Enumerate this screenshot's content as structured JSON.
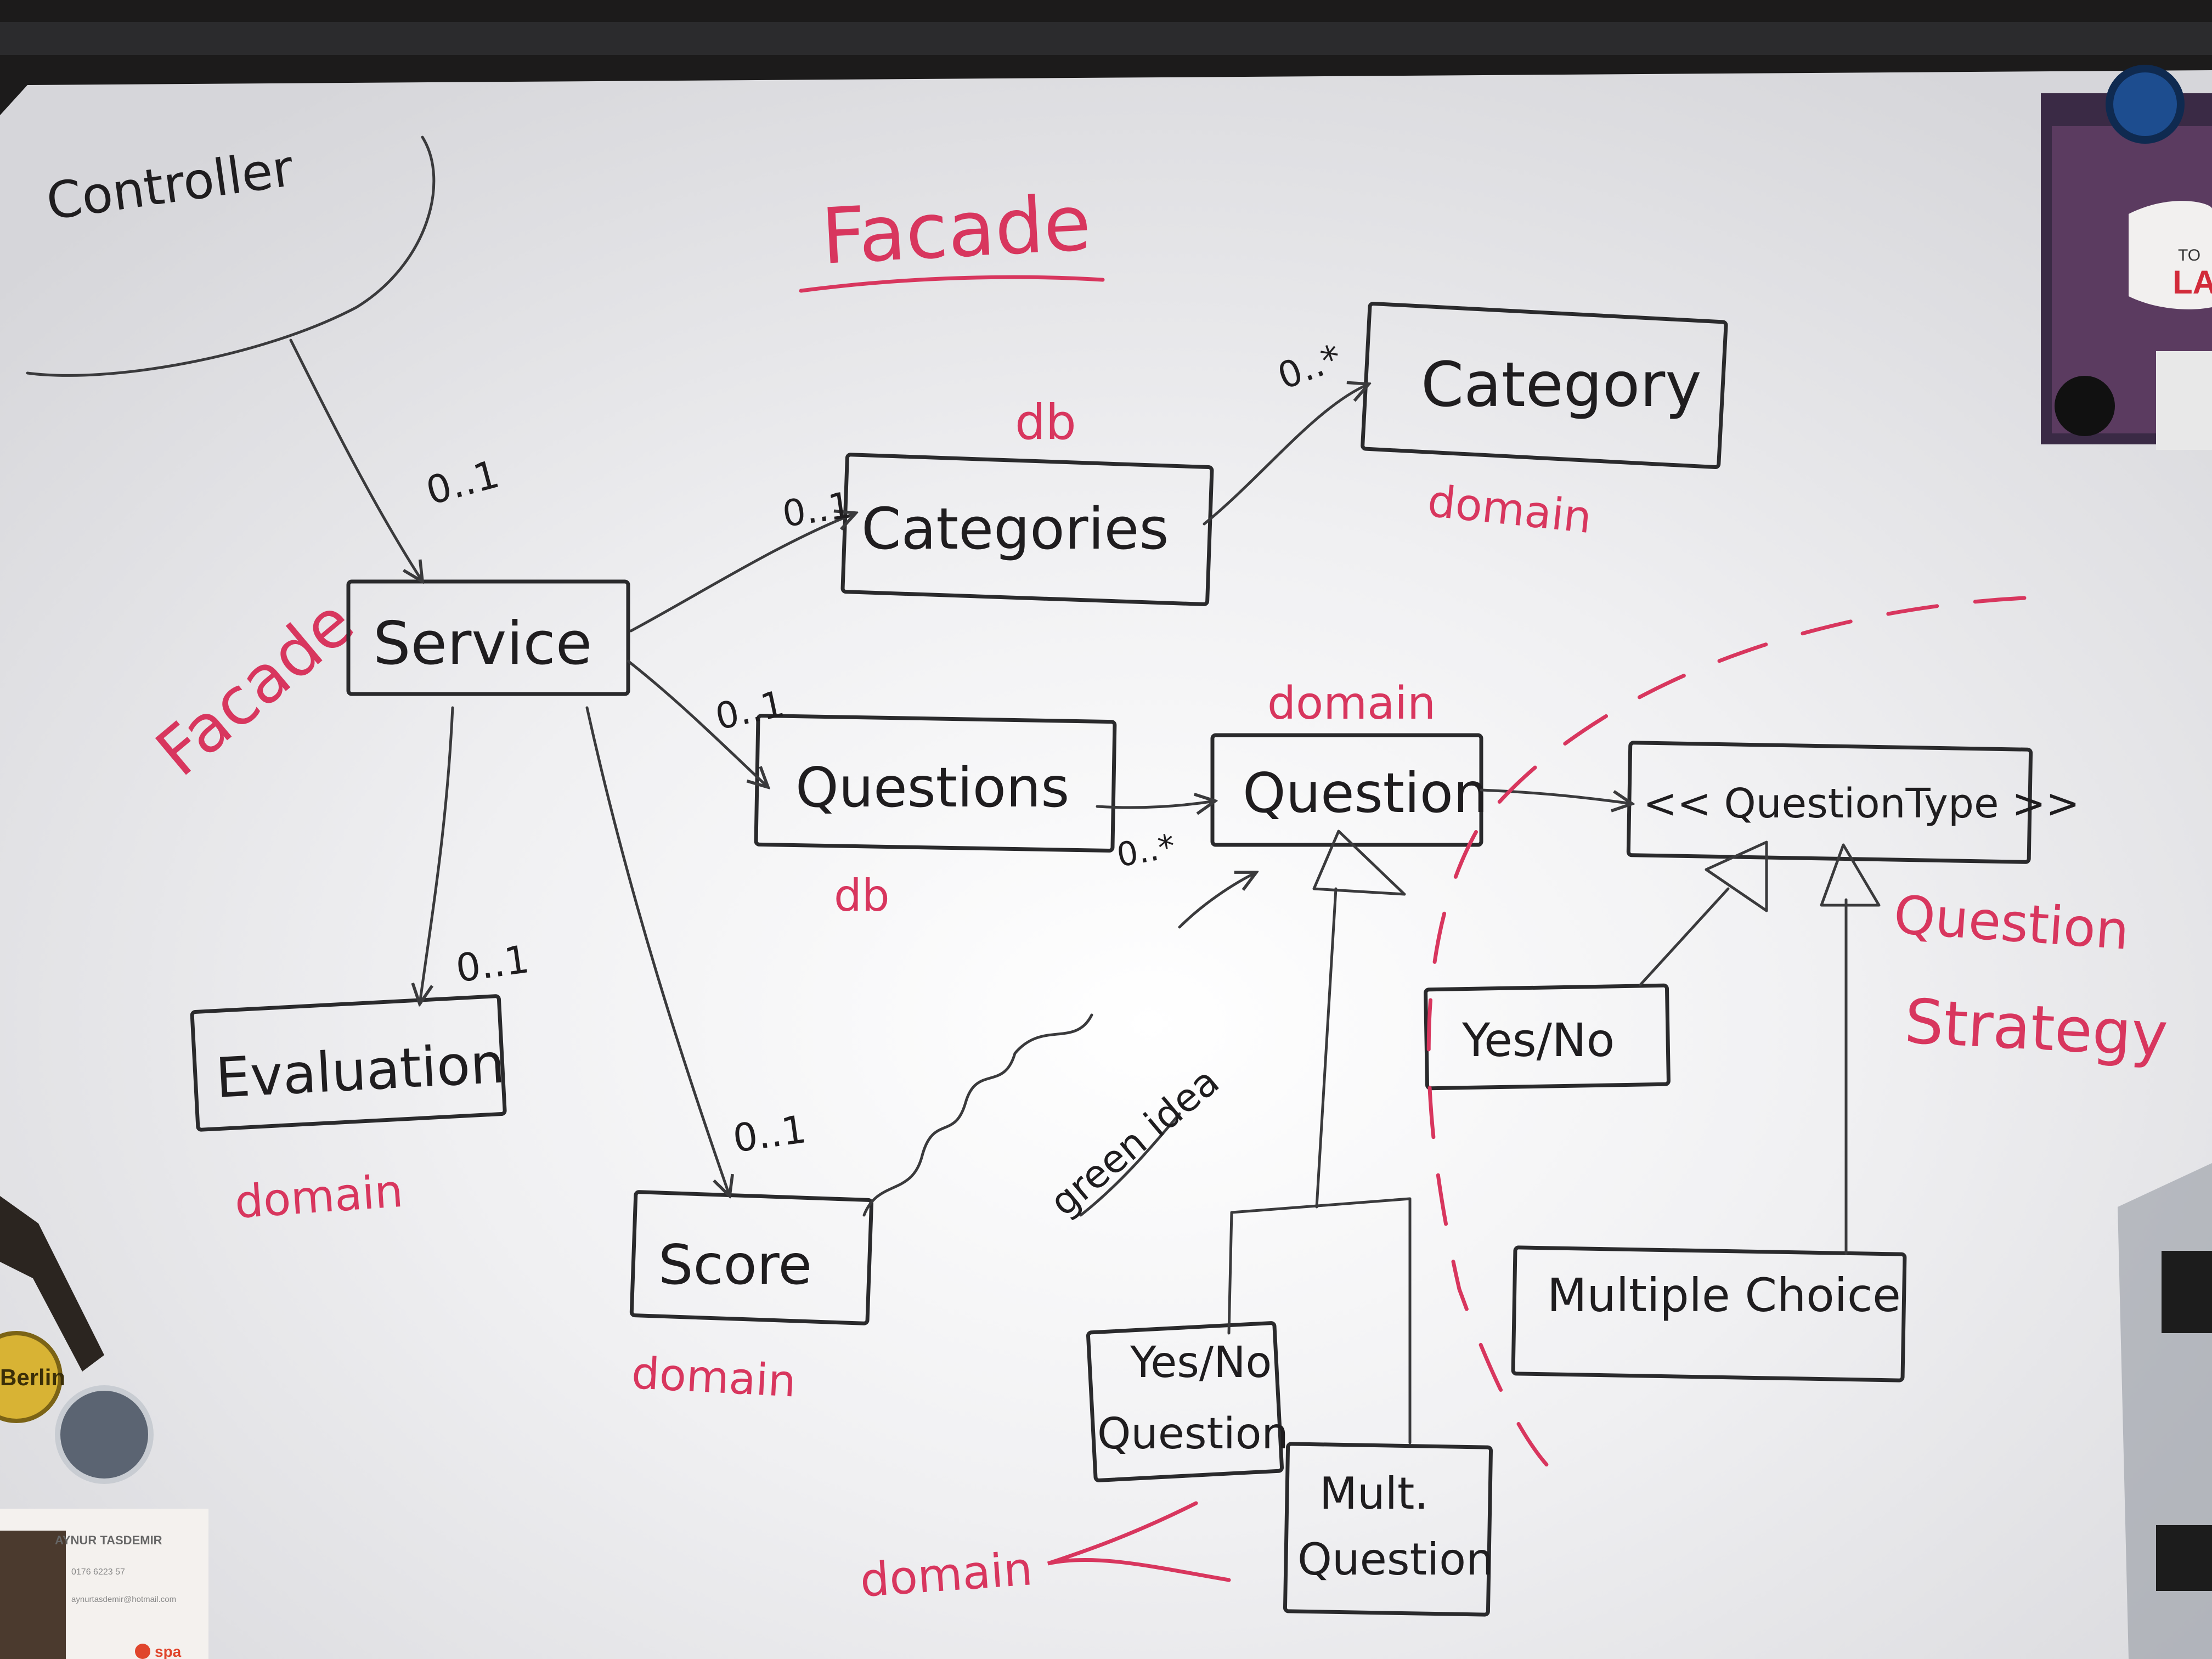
{
  "board": {
    "controller_label": "Controller",
    "facade_title": "Facade",
    "facade_side": "Facade",
    "strategy_label_1": "Question",
    "strategy_label_2": "Strategy"
  },
  "boxes": {
    "service": "Service",
    "categories": "Categories",
    "category": "Category",
    "questions": "Questions",
    "question": "Question",
    "question_type": "<< QuestionType >>",
    "evaluation": "Evaluation",
    "score": "Score",
    "yes_no": "Yes/No",
    "multiple_choice": "Multiple Choice",
    "yes_no_question_1": "Yes/No",
    "yes_no_question_2": "Question",
    "mult_question_1": "Mult.",
    "mult_question_2": "Question"
  },
  "tags": {
    "categories_tag": "db",
    "questions_tag": "db",
    "category_tag": "domain",
    "question_tag": "domain",
    "evaluation_tag": "domain",
    "score_tag": "domain",
    "subclass_tag": "domain"
  },
  "multiplicities": {
    "controller_service": "0..1",
    "service_categories": "0..1",
    "categories_category": "0..*",
    "service_questions": "0..1",
    "questions_question": "0..*",
    "service_evaluation": "0..1",
    "service_score": "0..1"
  },
  "annotations": {
    "green_idea": "green idea"
  },
  "business_card": {
    "name": "AYNUR TASDEMIR",
    "phone": "0176 6223 57",
    "email": "aynurtasdemir@hotmail.com",
    "logo_text": "spa"
  },
  "magnets": {
    "bottle_cap_text": "Berlin"
  },
  "postcard": {
    "text_1": "TO",
    "text_2": "LA"
  },
  "colors": {
    "marker_black": "#1f1d1f",
    "marker_red": "#d8365e",
    "board": "#e9e9eb"
  }
}
